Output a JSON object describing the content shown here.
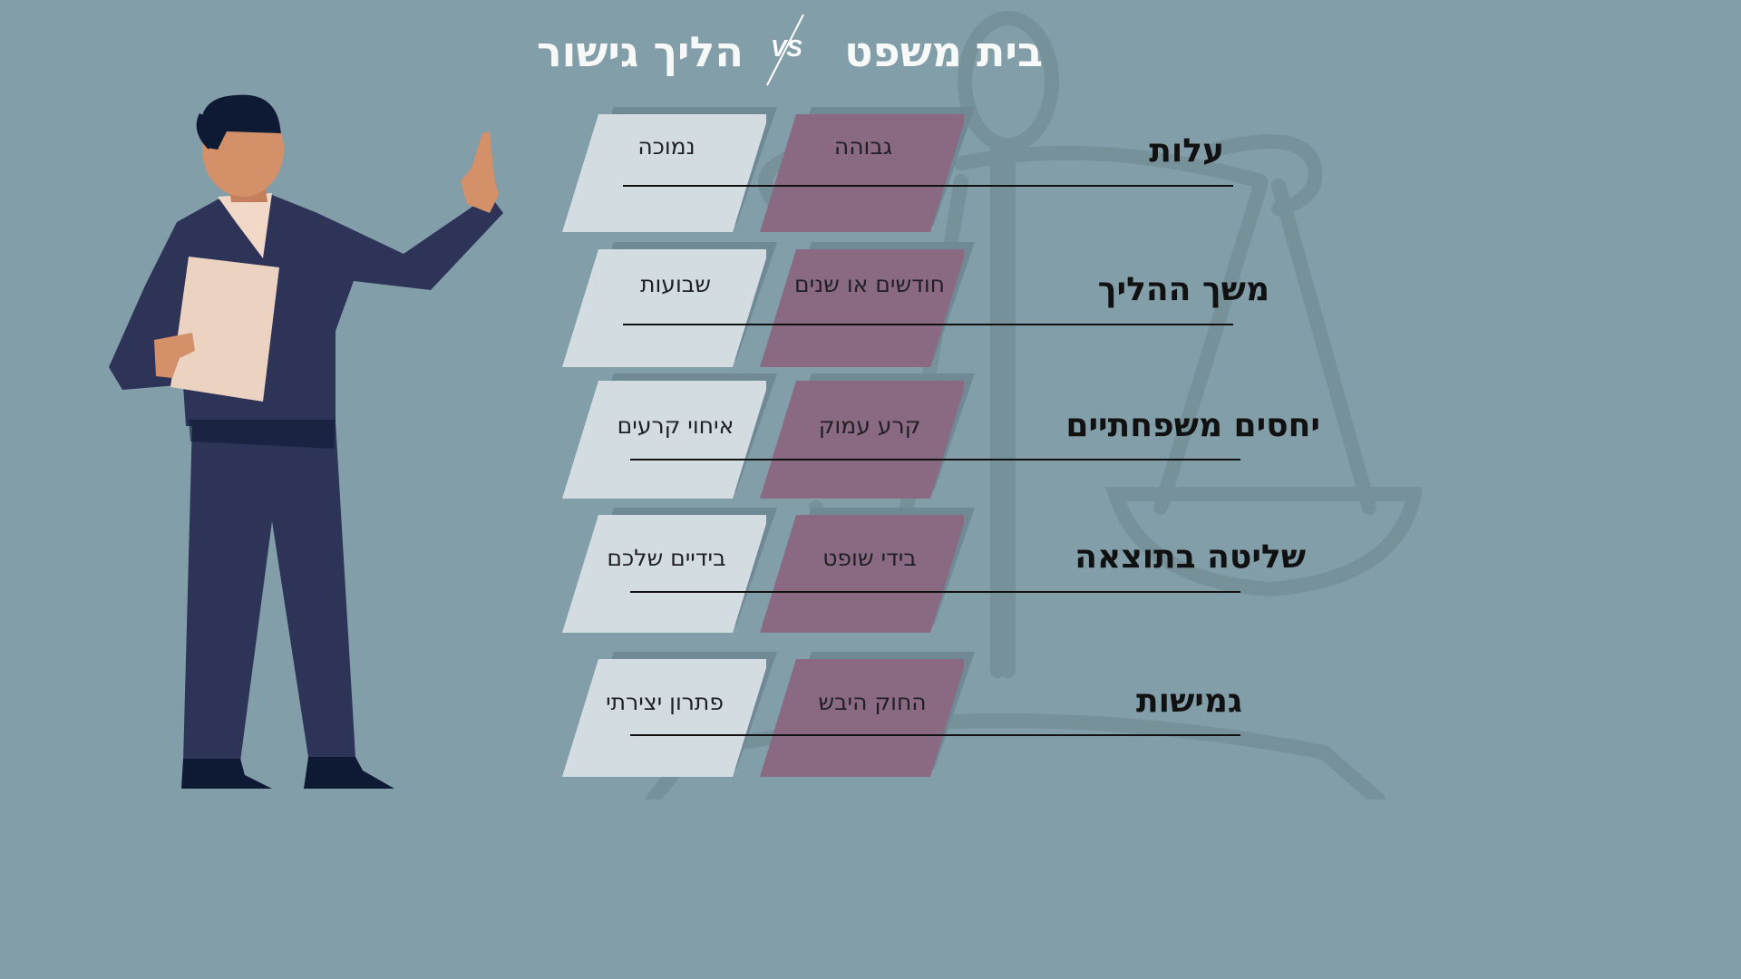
{
  "header": {
    "left_title": "הליך גישור",
    "vs": "VS",
    "right_title": "בית משפט"
  },
  "rows": [
    {
      "label": "עלות",
      "court": "גבוהה",
      "mediation": "נמוכה"
    },
    {
      "label": "משך ההליך",
      "court": "חודשים או שנים",
      "mediation": "שבועות"
    },
    {
      "label": "יחסים משפחתיים",
      "court": "קרע עמוק",
      "mediation": "איחוי קרעים"
    },
    {
      "label": "שליטה בתוצאה",
      "court": "בידי שופט",
      "mediation": "בידיים שלכם"
    },
    {
      "label": "גמישות",
      "court": "החוק היבש",
      "mediation": "פתרון יצירתי"
    }
  ],
  "colors": {
    "background": "#829ea8",
    "court_card": "#8a6a82",
    "mediation_card": "#d3dde1",
    "card_shadow": "#6f8a94",
    "suit": "#2e3358",
    "skin": "#d39069"
  },
  "illustration": {
    "figure": "businessman-pointing-icon",
    "background": "scales-of-justice-icon"
  }
}
